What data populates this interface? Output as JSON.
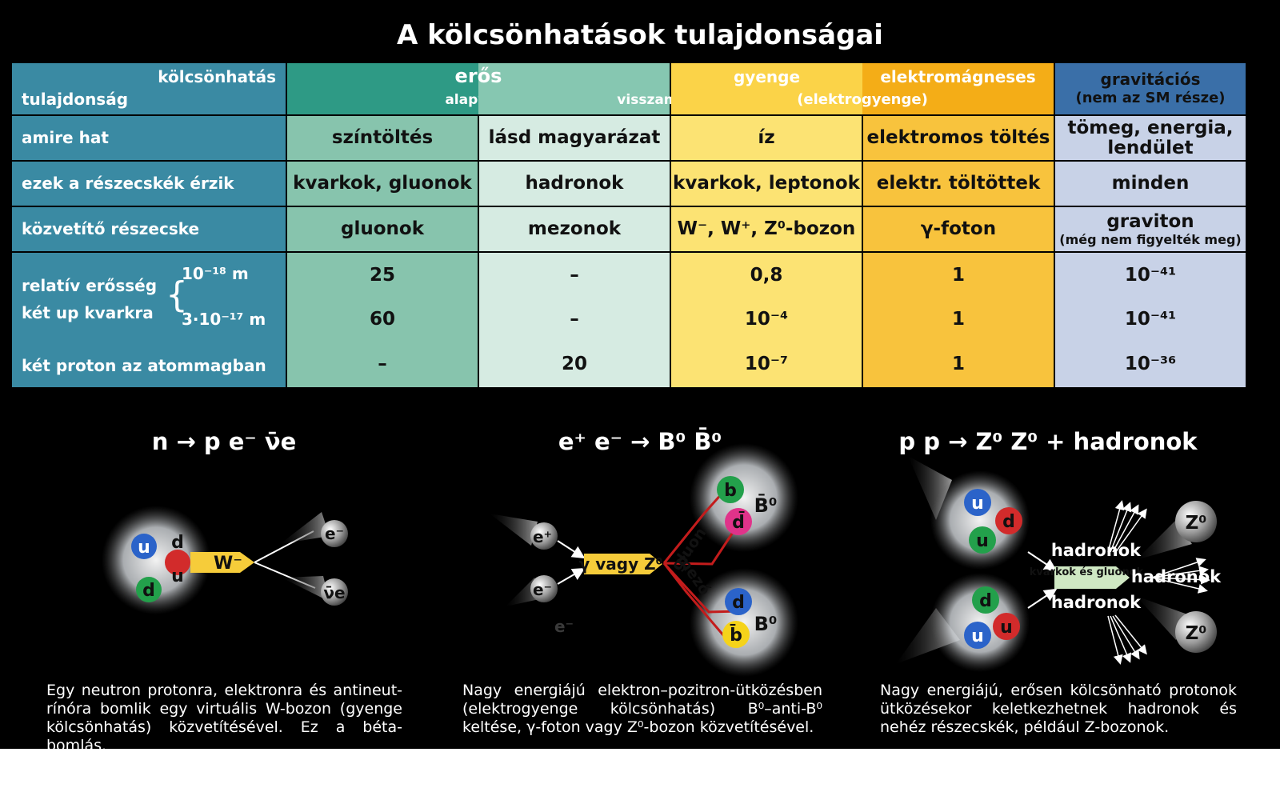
{
  "title": "A kölcsönhatások tulajdonságai",
  "table": {
    "header": {
      "corner_top": "kölcsönhatás",
      "corner_bottom": "tulajdonság",
      "strong": "erős",
      "strong_sub1": "alapvető",
      "strong_sub2": "visszamaradó",
      "weak": "gyenge",
      "em": "elektromágneses",
      "electroweak": "(elektrogyenge)",
      "grav": "gravitációs",
      "grav_sub": "(nem az SM része)"
    },
    "rows": [
      {
        "label": "amire hat",
        "cells": [
          "színtöltés",
          "lásd magyarázat",
          "íz",
          "elektromos töltés",
          "tömeg, energia, lendület"
        ]
      },
      {
        "label": "ezek a részecskék érzik",
        "cells": [
          "kvarkok, gluonok",
          "hadronok",
          "kvarkok, leptonok",
          "elektr. töltöttek",
          "minden"
        ]
      },
      {
        "label": "közvetítő részecske",
        "cells": [
          "gluonok",
          "mezonok",
          "W⁻, W⁺, Z⁰-bozon",
          "γ-foton",
          "graviton"
        ],
        "note": "(még nem figyelték meg)"
      }
    ],
    "strength": {
      "label1": "relatív erősség",
      "label2": "két up kvarkra",
      "d1": "10⁻¹⁸ m",
      "d2": "3·10⁻¹⁷ m",
      "label3": "két proton az atommagban",
      "r1": [
        "25",
        "–",
        "0,8",
        "1",
        "10⁻⁴¹"
      ],
      "r2": [
        "60",
        "–",
        "10⁻⁴",
        "1",
        "10⁻⁴¹"
      ],
      "r3": [
        "–",
        "20",
        "10⁻⁷",
        "1",
        "10⁻³⁶"
      ]
    }
  },
  "colors": {
    "strong": "#87c4ad",
    "residual": "#d6ebe2",
    "weak": "#fce373",
    "em": "#f8c33d",
    "grav": "#c8d2e7",
    "rowhead": "#3a8aa3"
  },
  "panels": [
    {
      "equation": "n → p e⁻ ν̄e",
      "caption": "Egy neutron protonra, elektronra és antineut-rínóra bomlik egy virtuális W-bozon (gyenge kölcsönhatás) közvetítésével. Ez a béta-bomlás.",
      "quarks": [
        "u",
        "d",
        "d",
        "u"
      ],
      "boson": "W⁻",
      "products": [
        "e⁻",
        "ν̄e"
      ]
    },
    {
      "equation": "e⁺ e⁻ → B⁰ B̄⁰",
      "caption": "Nagy energiájú elektron–pozitron-ütközésben (elektrogyenge kölcsönhatás) B⁰–anti-B⁰ keltése, γ-foton vagy Z⁰-bozon közvetítésével.",
      "incoming": [
        "e⁺",
        "e⁻"
      ],
      "faint_label": "e⁻",
      "mediator": "γ vagy Z⁰",
      "field_labels": [
        "gluon",
        "mező"
      ],
      "meson_top": {
        "quarks": [
          "b",
          "d̄"
        ],
        "label": "B̄⁰"
      },
      "meson_bottom": {
        "quarks": [
          "d",
          "b̄"
        ],
        "label": "B⁰"
      }
    },
    {
      "equation": "p p → Z⁰ Z⁰ + hadronok",
      "caption": "Nagy energiájú, erősen kölcsönható protonok ütközésekor keletkezhetnek hadronok és nehéz részecskék, például Z-bozonok.",
      "proton_top": [
        "u",
        "d",
        "u"
      ],
      "proton_bottom": [
        "d",
        "u",
        "u"
      ],
      "center": "kvarkok és gluonok",
      "hadron_labels": [
        "hadronok",
        "hadronok",
        "hadronok"
      ],
      "bosons": [
        "Z⁰",
        "Z⁰"
      ]
    }
  ]
}
